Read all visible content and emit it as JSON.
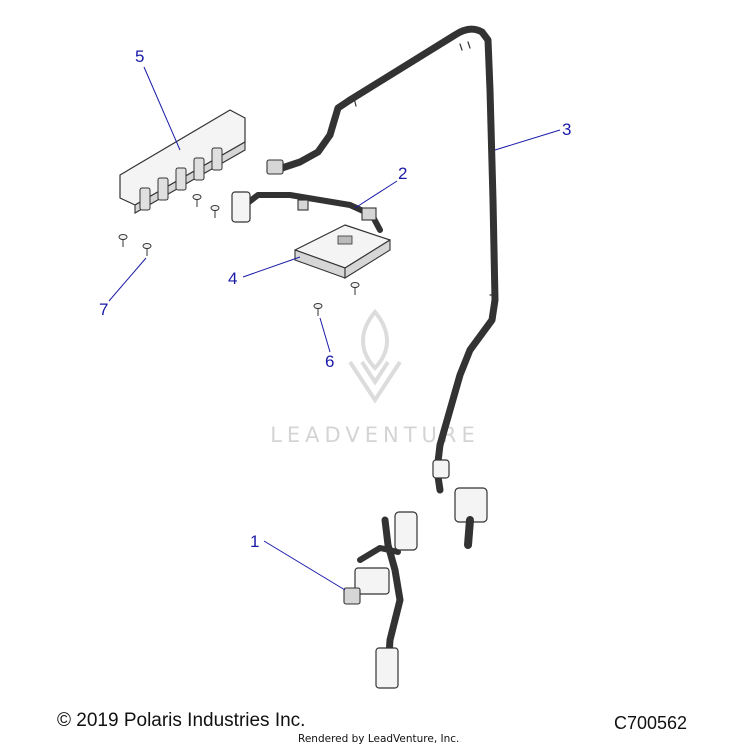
{
  "watermark": {
    "text": "LEADVENTURE"
  },
  "callouts": [
    {
      "id": "1",
      "label": "1"
    },
    {
      "id": "2",
      "label": "2"
    },
    {
      "id": "3",
      "label": "3"
    },
    {
      "id": "4",
      "label": "4"
    },
    {
      "id": "5",
      "label": "5"
    },
    {
      "id": "6",
      "label": "6"
    },
    {
      "id": "7",
      "label": "7"
    }
  ],
  "footer": {
    "copyright": "© 2019 Polaris Industries Inc.",
    "diagram_code": "C700562",
    "rendered_by": "Rendered by LeadVenture, Inc."
  },
  "colors": {
    "callout": "#1a1aa8",
    "line_art": "#333333",
    "watermark": "#d4d4d4"
  }
}
